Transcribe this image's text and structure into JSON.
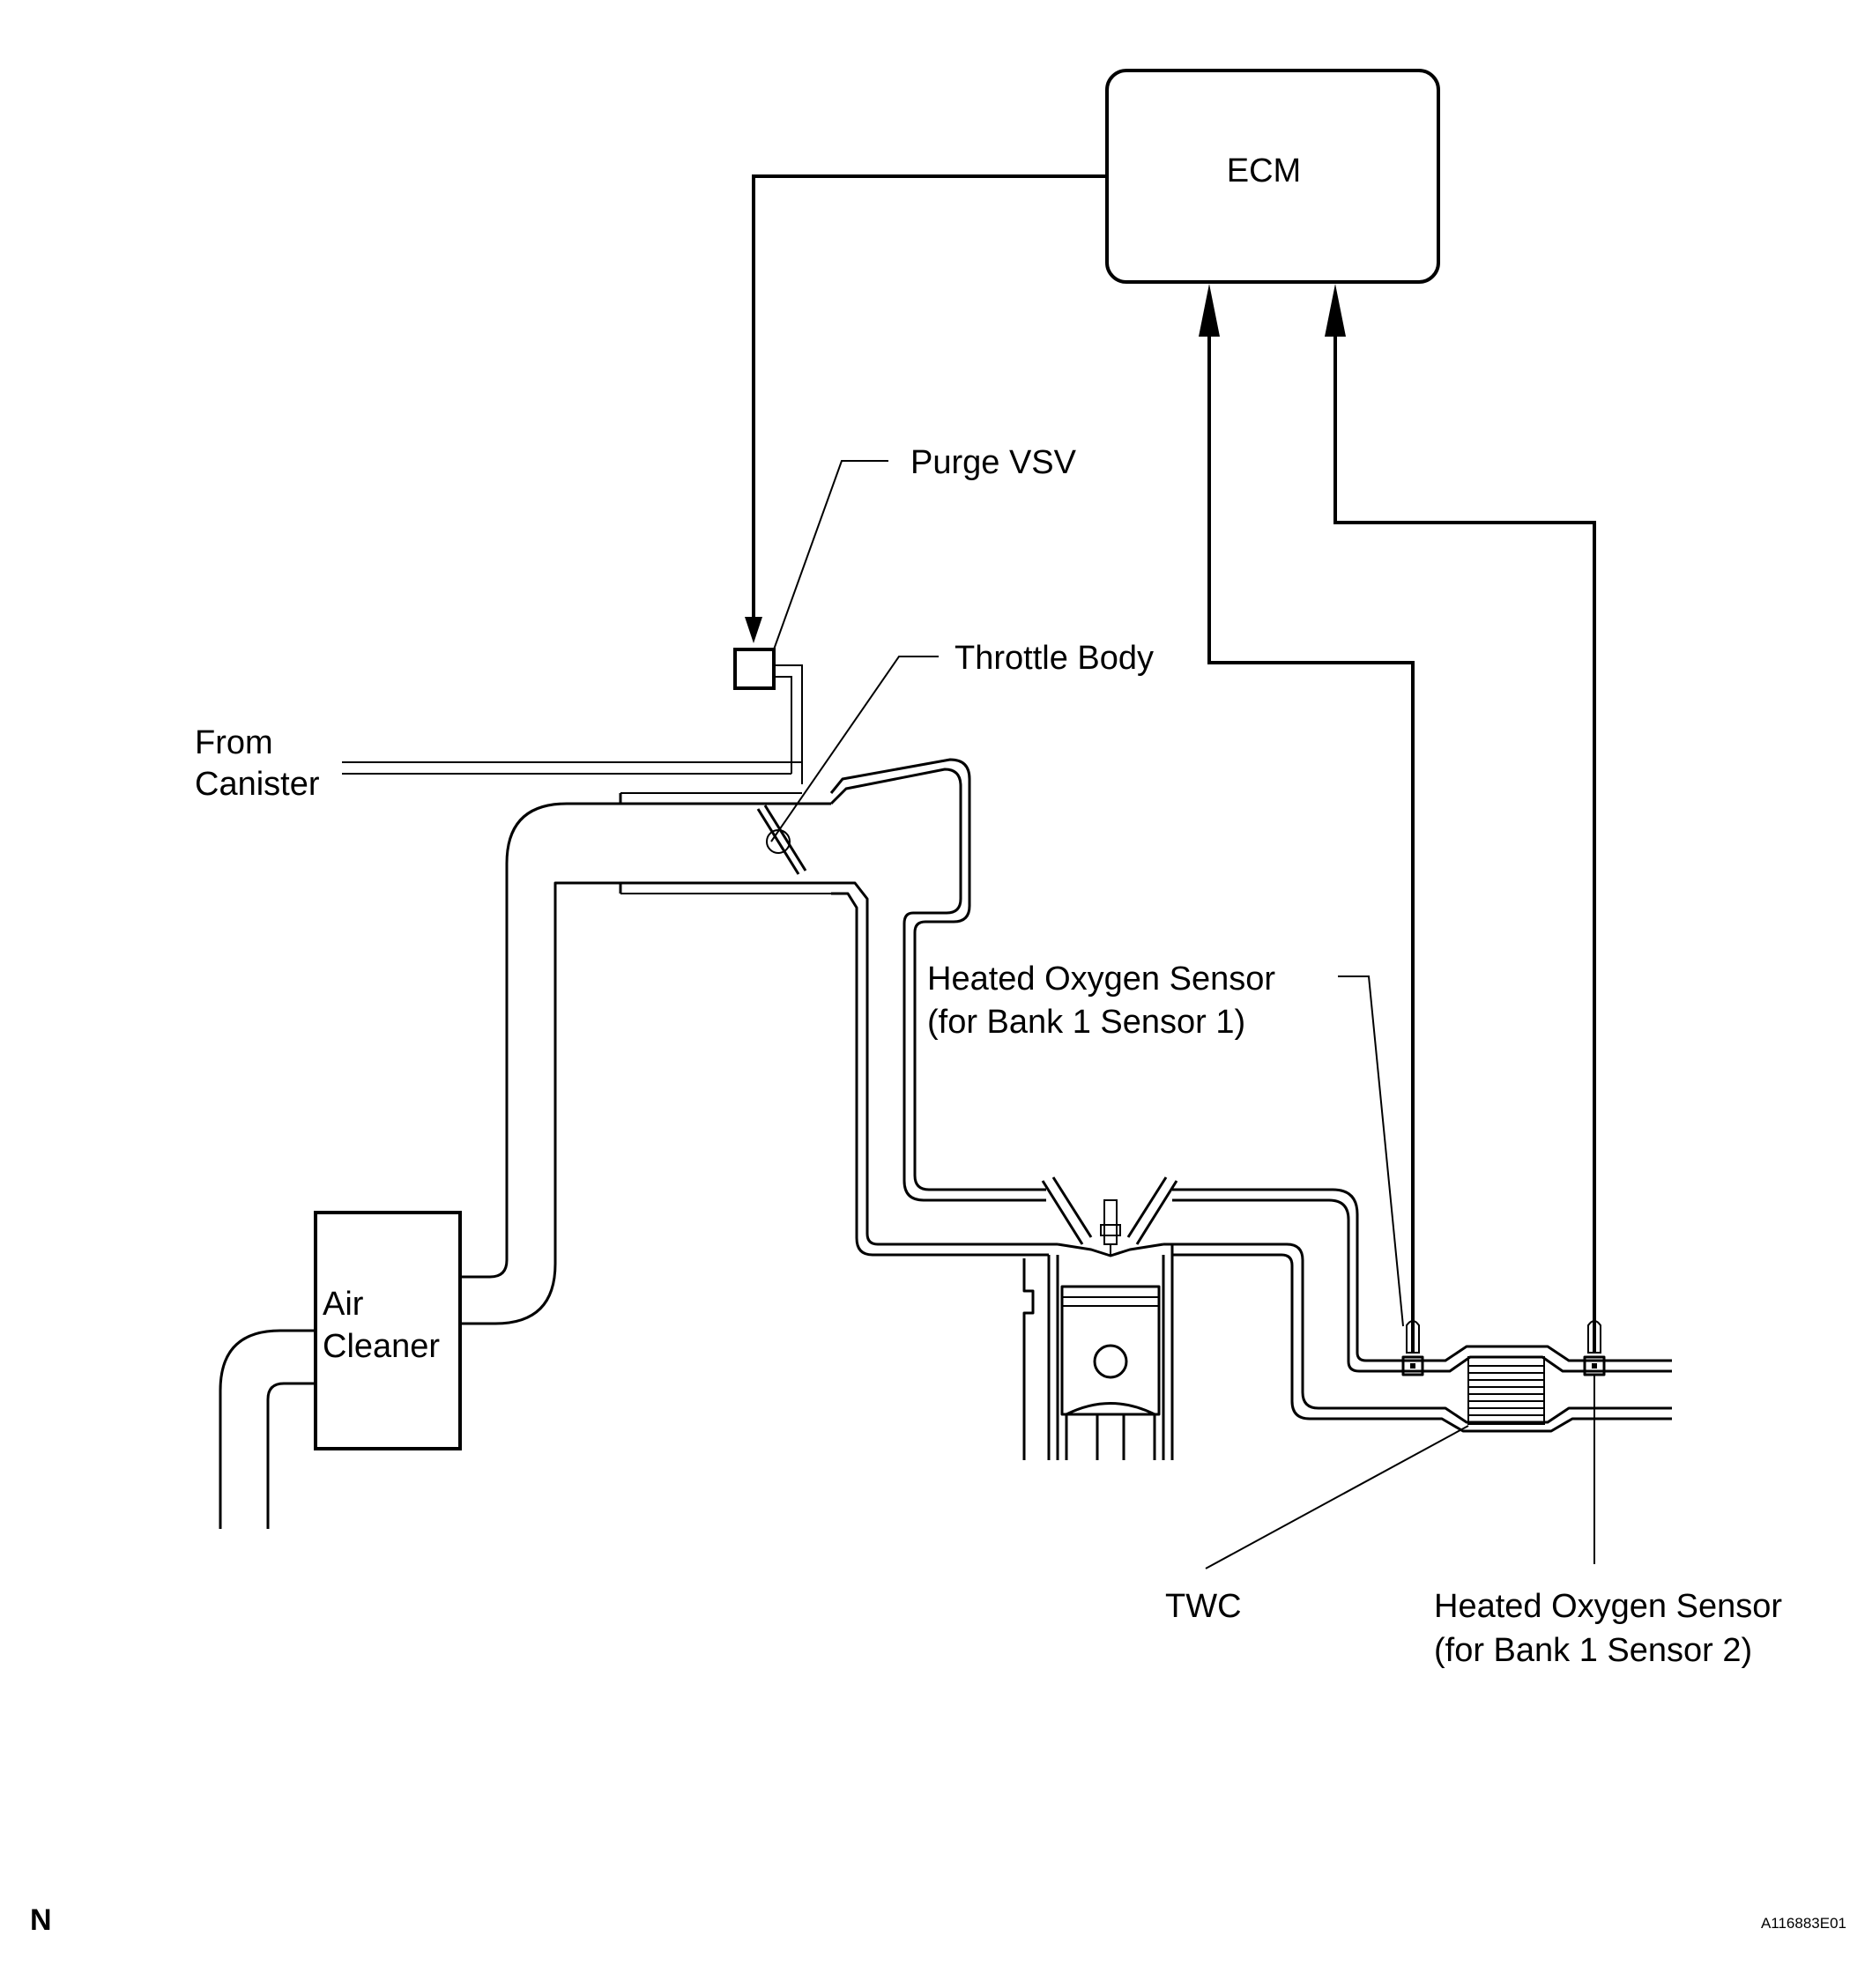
{
  "labels": {
    "ecm": "ECM",
    "purge_vsv": "Purge VSV",
    "throttle_body": "Throttle Body",
    "from_canister_1": "From",
    "from_canister_2": "Canister",
    "air_cleaner_1": "Air",
    "air_cleaner_2": "Cleaner",
    "ho2s_s1_line1": "Heated Oxygen Sensor",
    "ho2s_s1_line2": "(for Bank 1 Sensor 1)",
    "twc": "TWC",
    "ho2s_s2_line1": "Heated Oxygen Sensor",
    "ho2s_s2_line2": "(for Bank 1 Sensor 2)",
    "orientation": "N",
    "figure_code": "A116883E01"
  },
  "icons": [
    "arrow-icon",
    "sensor-icon",
    "catalyst-icon",
    "piston-icon"
  ]
}
